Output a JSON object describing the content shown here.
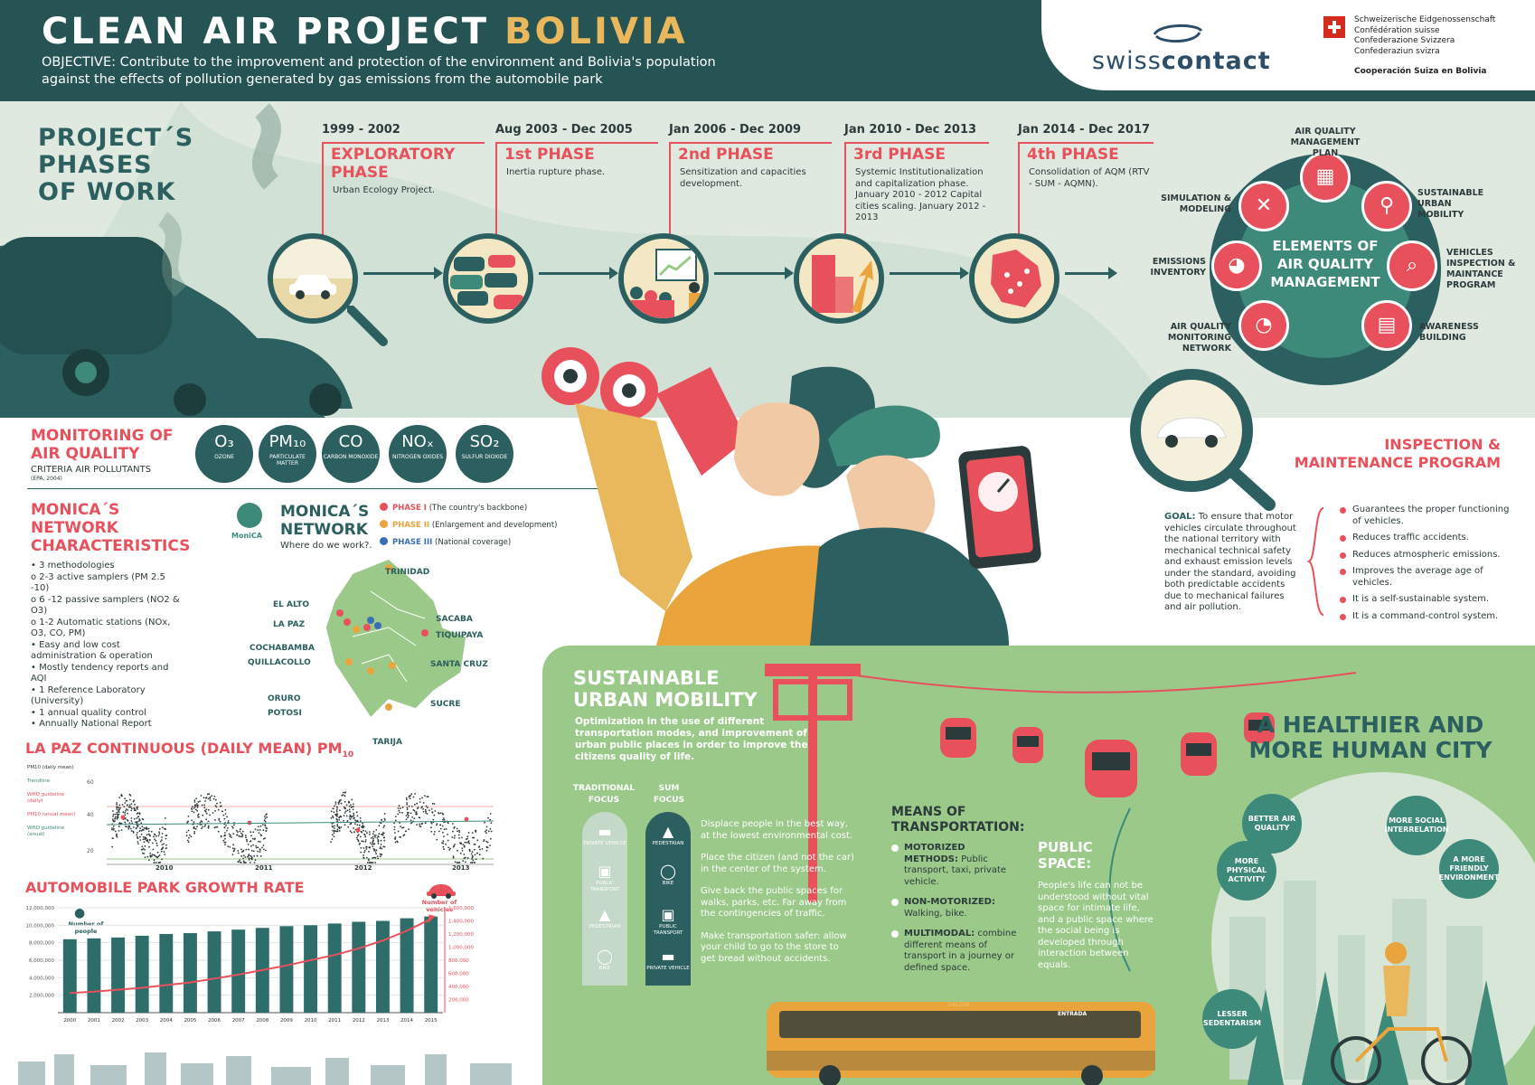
{
  "header": {
    "title_main": "CLEAN AIR PROJECT",
    "title_accent": "BOLIVIA",
    "objective": "OBJECTIVE: Contribute to the improvement and protection of the environment and Bolivia's population against the effects of pollution generated by gas emissions from the automobile park",
    "logo_text_pre": "swiss",
    "logo_text_post": "contact",
    "swiss_lines": [
      "Schweizerische Eidgenossenschaft",
      "Confédération suisse",
      "Confederazione Svizzera",
      "Confederaziun svizra"
    ],
    "swiss_coop": "Cooperación Suiza en Bolivia"
  },
  "phases": {
    "title": "PROJECT´S PHASES OF WORK",
    "items": [
      {
        "date": "1999 - 2002",
        "name": "EXPLORATORY PHASE",
        "desc": "Urban Ecology Project."
      },
      {
        "date": "Aug 2003 - Dec 2005",
        "name": "1st PHASE",
        "desc": "Inertia rupture phase."
      },
      {
        "date": "Jan 2006 - Dec 2009",
        "name": "2nd PHASE",
        "desc": "Sensitization and capacities development."
      },
      {
        "date": "Jan 2010 - Dec 2013",
        "name": "3rd PHASE",
        "desc": "Systemic Institutionalization and capitalization phase. January 2010 - 2012 Capital cities scaling. January 2012 - 2013"
      },
      {
        "date": "Jan 2014 - Dec 2017",
        "name": "4th PHASE",
        "desc": "Consolidation of AQM (RTV - SUM - AQMN)."
      }
    ]
  },
  "elements": {
    "title": "ELEMENTS OF AIR QUALITY MANAGEMENT",
    "items": [
      {
        "label": "AIR QUALITY MANAGEMENT PLAN",
        "icon": "calendar-icon",
        "glyph": "▦"
      },
      {
        "label": "SUSTAINABLE URBAN MOBILITY",
        "icon": "bike-icon",
        "glyph": "⚲"
      },
      {
        "label": "VEHICLES INSPECTION & MAINTANCE PROGRAM",
        "icon": "magnifier-icon",
        "glyph": "⌕"
      },
      {
        "label": "AWARENESS BUILDING",
        "icon": "kiosk-icon",
        "glyph": "▤"
      },
      {
        "label": "AIR QUALITY MONITORING NETWORK",
        "icon": "gauge-icon",
        "glyph": "◔"
      },
      {
        "label": "EMISSIONS INVENTORY",
        "icon": "pie-icon",
        "glyph": "◕"
      },
      {
        "label": "SIMULATION & MODELING",
        "icon": "strategy-icon",
        "glyph": "✕"
      }
    ]
  },
  "monitoring": {
    "title": "MONITORING OF AIR QUALITY",
    "subtitle": "CRITERIA AIR POLLUTANTS",
    "source": "(EPA, 2004)",
    "pollutants": [
      {
        "formula": "O₃",
        "name": "OZONE"
      },
      {
        "formula": "PM₁₀",
        "name": "PARTICULATE MATTER"
      },
      {
        "formula": "CO",
        "name": "CARBON MONOXIDE"
      },
      {
        "formula": "NOₓ",
        "name": "NITROGEN OXIDES"
      },
      {
        "formula": "SO₂",
        "name": "SULFUR DIOXIDE"
      }
    ]
  },
  "network": {
    "title": "MONICA´S NETWORK CHARACTERISTICS",
    "list": [
      "• 3 methodologies",
      "o 2-3 active samplers (PM 2.5 -10)",
      "o 6 -12 passive samplers (NO2 & O3)",
      "o 1-2 Automatic stations (NOx, O3, CO, PM)",
      "• Easy and low cost administration & operation",
      "• Mostly tendency reports and AQI",
      "• 1 Reference Laboratory (University)",
      "• 1 annual quality control",
      "• Annually National Report"
    ],
    "logo_text": "MoniCA",
    "map_title": "MONICA´S NETWORK",
    "map_sub": "Where do we work?.",
    "legend": [
      {
        "phase": "PHASE I",
        "desc": "(The country's backbone)",
        "color": "#e8505b"
      },
      {
        "phase": "PHASE II",
        "desc": "(Enlargement and development)",
        "color": "#e9a53c"
      },
      {
        "phase": "PHASE III",
        "desc": "(National coverage)",
        "color": "#3a6fb5"
      }
    ],
    "cities": {
      "trinidad": "TRINIDAD",
      "el_alto": "EL ALTO",
      "la_paz": "LA PAZ",
      "sacaba": "SACABA",
      "tiquipaya": "TIQUIPAYA",
      "cochabamba": "COCHABAMBA",
      "quillacollo": "QUILLACOLLO",
      "santa_cruz": "SANTA CRUZ",
      "oruro": "ORURO",
      "potosi": "POTOSI",
      "sucre": "SUCRE",
      "tarija": "TARIJA"
    }
  },
  "lapaz_chart": {
    "title": "LA PAZ CONTINUOUS (DAILY MEAN) PM",
    "title_sub": "10",
    "legend": [
      "PM10 (daily mean)",
      "Trendline",
      "WHO guideline (daily)",
      "PM10 (anual mean)",
      "WHO guideline (anual)"
    ],
    "yticks": [
      "20",
      "40",
      "60"
    ],
    "xticks": [
      "2010",
      "2011",
      "2012",
      "2013"
    ]
  },
  "auto_chart": {
    "title": "AUTOMOBILE PARK GROWTH RATE",
    "label_people": "Number of people",
    "label_vehicles": "Number of Vehicles"
  },
  "chart_data": {
    "type": "bar",
    "title": "AUTOMOBILE PARK GROWTH RATE",
    "categories": [
      "2000",
      "2001",
      "2002",
      "2003",
      "2004",
      "2005",
      "2006",
      "2007",
      "2008",
      "2009",
      "2010",
      "2011",
      "2012",
      "2013",
      "2014",
      "2015"
    ],
    "series": [
      {
        "name": "Number of people",
        "type": "bar",
        "values": [
          8400000,
          8500000,
          8600000,
          8800000,
          9000000,
          9100000,
          9300000,
          9500000,
          9700000,
          9900000,
          10000000,
          10200000,
          10400000,
          10500000,
          10800000,
          11000000
        ]
      },
      {
        "name": "Number of Vehicles",
        "type": "line",
        "values": [
          300000,
          320000,
          350000,
          380000,
          420000,
          460000,
          520000,
          580000,
          650000,
          720000,
          800000,
          880000,
          980000,
          1100000,
          1250000,
          1430000
        ]
      }
    ],
    "ylim_left": [
      0,
      12000000
    ],
    "yticks_left": [
      "2,000,000",
      "4,000,000",
      "6,000,000",
      "8,000,000",
      "10,000,000",
      "12,000,000"
    ],
    "ylim_right": [
      0,
      1600000
    ],
    "yticks_right": [
      "200,000",
      "400,000",
      "600,000",
      "800,000",
      "1,000,000",
      "1,200,000",
      "1,400,000",
      "1,600,000"
    ],
    "legend_position": "top-left"
  },
  "ipm": {
    "title": "INSPECTION & MAINTENANCE PROGRAM",
    "goal_label": "GOAL:",
    "goal_text": "To ensure that motor vehicles circulate throughout the national territory with mechanical technical safety and exhaust emission levels under the standard, avoiding both predictable accidents due to mechanical failures and air pollution.",
    "list": [
      "Guarantees the proper functioning of vehicles.",
      "Reduces traffic accidents.",
      "Reduces atmospheric emissions.",
      "Improves the average age of vehicles.",
      "It is a self-sustainable system.",
      "It is a command-control system."
    ]
  },
  "sum": {
    "title": "SUSTAINABLE URBAN MOBILITY",
    "desc": "Optimization in the use of different transportation modes, and improvement of urban public places in order to improve the citizens quality of life.",
    "traditional": "TRADITIONAL FOCUS",
    "sum_focus": "SUM FOCUS",
    "trad_items": [
      "PRIVATE VEHICLE",
      "PUBLIC TRANSPORT",
      "PEDESTRIAN",
      "BIKE"
    ],
    "sum_items": [
      "PEDESTRIAN",
      "BIKE",
      "PUBLIC TRANSPORT",
      "PRIVATE VEHICLE"
    ],
    "points": [
      "Displace people in the best way, at the lowest environmental cost.",
      "Place the citizen (and not the car) in the center of the system.",
      "Give back the public spaces for walks, parks, etc. Far away from the contingencies of traffic.",
      "Make transportation safer: allow your child to go to the store to get bread without accidents."
    ],
    "means_title": "MEANS OF TRANSPORTATION:",
    "means": [
      {
        "k": "MOTORIZED METHODS:",
        "v": "Public transport, taxi, private vehicle."
      },
      {
        "k": "NON-MOTORIZED:",
        "v": "Walking, bike."
      },
      {
        "k": "MULTIMODAL:",
        "v": "combine different means of transport in a journey or defined space."
      }
    ],
    "public_title": "PUBLIC SPACE:",
    "public_text": "People's life can not be understood without vital space for intimate life, and a public space where the social being is developed through interaction between equals.",
    "bus_labels": [
      "SALIDA",
      "ENTRADA"
    ]
  },
  "healthier": {
    "title": "A HEALTHIER AND MORE HUMAN CITY",
    "nodes": [
      "BETTER AIR QUALITY",
      "MORE SOCIAL INTERRELATION",
      "A MORE FRIENDLY ENVIRONMENT",
      "MORE PHYSICAL ACTIVITY",
      "LESSER SEDENTARISM"
    ]
  }
}
